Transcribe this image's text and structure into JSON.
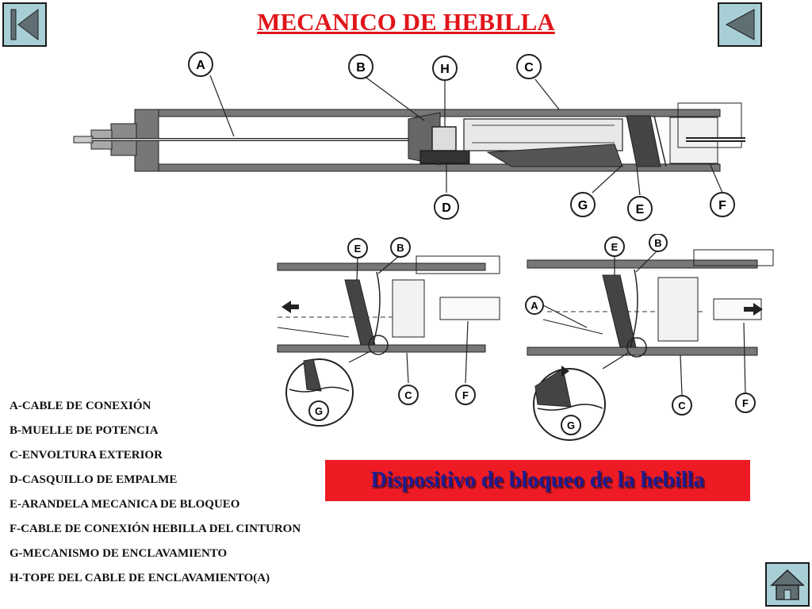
{
  "title": "MECANICO DE HEBILLA",
  "nav": {
    "first_icon": "first-slide-icon",
    "prev_icon": "previous-slide-icon",
    "home_icon": "home-icon"
  },
  "diagram": {
    "main_labels": [
      "A",
      "B",
      "H",
      "C",
      "D",
      "G",
      "E",
      "F"
    ],
    "left_detail_labels": [
      "E",
      "B",
      "G",
      "C",
      "F"
    ],
    "right_detail_labels": [
      "E",
      "B",
      "A",
      "G",
      "C",
      "F"
    ]
  },
  "legend": [
    "A-CABLE DE CONEXIÓN",
    "B-MUELLE DE POTENCIA",
    "C-ENVOLTURA EXTERIOR",
    "D-CASQUILLO DE EMPALME",
    "E-ARANDELA MECANICA DE BLOQUEO",
    "F-CABLE DE CONEXIÓN HEBILLA DEL CINTURON",
    "G-MECANISMO DE ENCLAVAMIENTO",
    "H-TOPE DEL CABLE DE ENCLAVAMIENTO(A)"
  ],
  "caption": "Dispositivo de bloqueo de la hebilla",
  "colors": {
    "title": "#e0151a",
    "caption_bg": "#ee1b24",
    "caption_text": "#1b1c94",
    "nav_bg": "#a9cfd6"
  }
}
